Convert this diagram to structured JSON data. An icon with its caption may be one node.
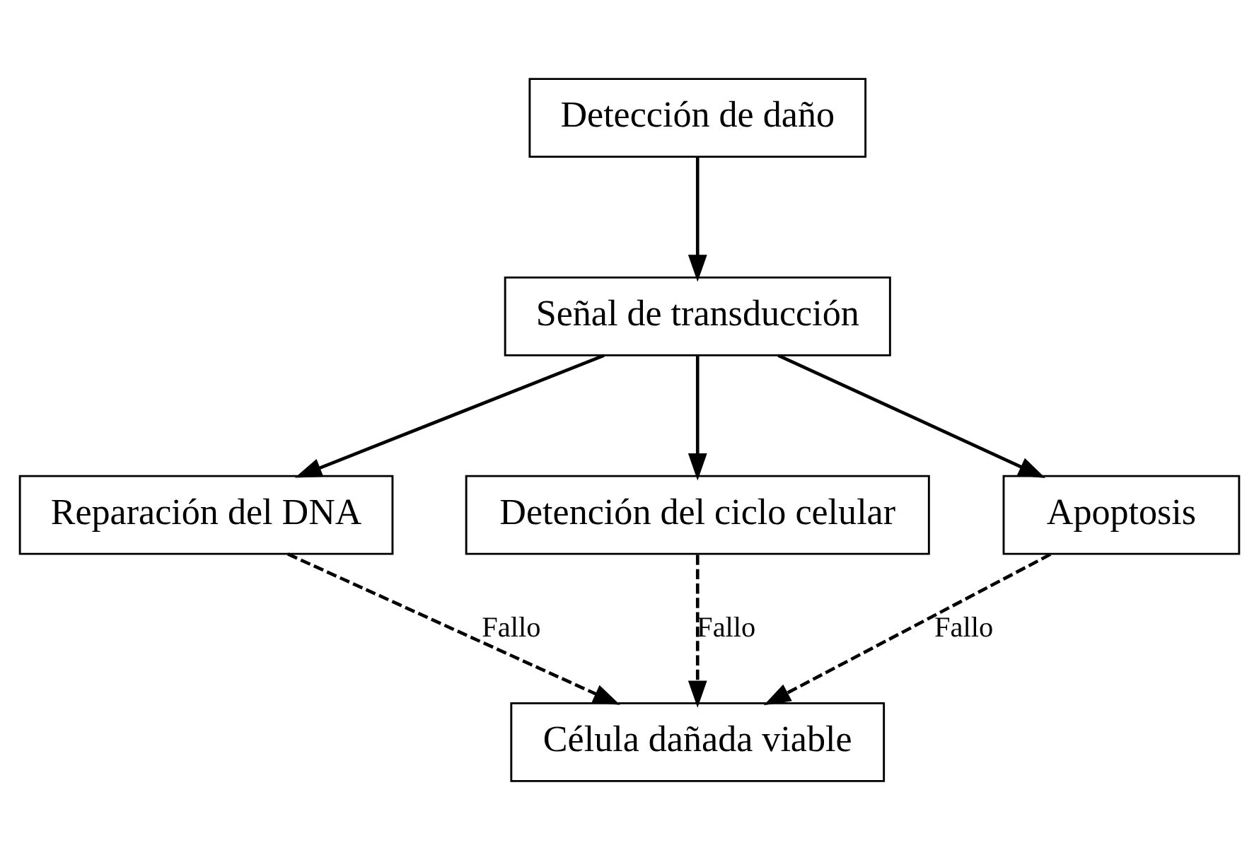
{
  "diagram": {
    "nodes": [
      {
        "text": [
          "Detección de daño"
        ]
      },
      {
        "text": [
          "Señal de transducción"
        ]
      },
      {
        "text": [
          "Reparación del DNA"
        ]
      },
      {
        "text": [
          "Detención del ciclo celular"
        ]
      },
      {
        "text": [
          "Apoptosis"
        ]
      },
      {
        "text": [
          "Célula dañada viable"
        ]
      }
    ],
    "edges": [
      {
        "from": 0,
        "to": 1,
        "arrow": "to"
      },
      {
        "from": 1,
        "to": 2,
        "arrow": "to"
      },
      {
        "from": 1,
        "to": 3,
        "arrow": "to"
      },
      {
        "from": 1,
        "to": 4,
        "arrow": "to"
      },
      {
        "from": 2,
        "to": 5,
        "arrow": "to",
        "label": "Fallo",
        "style": "dashed"
      },
      {
        "from": 3,
        "to": 5,
        "arrow": "to",
        "label": "Fallo",
        "style": "dashed"
      },
      {
        "from": 4,
        "to": 5,
        "arrow": "to",
        "label": "Fallo",
        "style": "dashed"
      }
    ]
  }
}
